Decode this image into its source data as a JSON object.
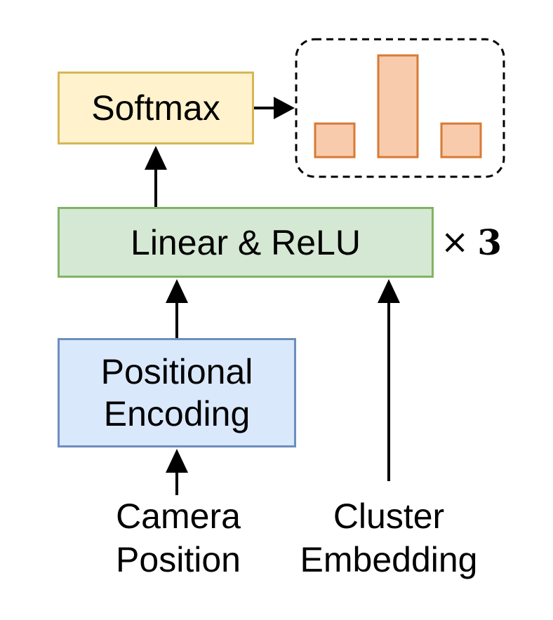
{
  "blocks": {
    "softmax": "Softmax",
    "linear_relu": "Linear & ReLU",
    "positional_encoding": [
      "Positional",
      "Encoding"
    ]
  },
  "repeat": {
    "symbol": "×",
    "count": "3"
  },
  "inputs": {
    "camera": [
      "Camera",
      "Position"
    ],
    "cluster": [
      "Cluster",
      "Embedding"
    ]
  },
  "output_distribution": {
    "relative_values": [
      0.33,
      1.0,
      0.33
    ],
    "fill": "#f8cbad",
    "stroke": "#d87a35"
  },
  "colors": {
    "softmax_fill": "#fff2cc",
    "softmax_stroke": "#d6b656",
    "linear_fill": "#d5e8d4",
    "linear_stroke": "#82b366",
    "pe_fill": "#dae8fc",
    "pe_stroke": "#6c8ebf"
  }
}
